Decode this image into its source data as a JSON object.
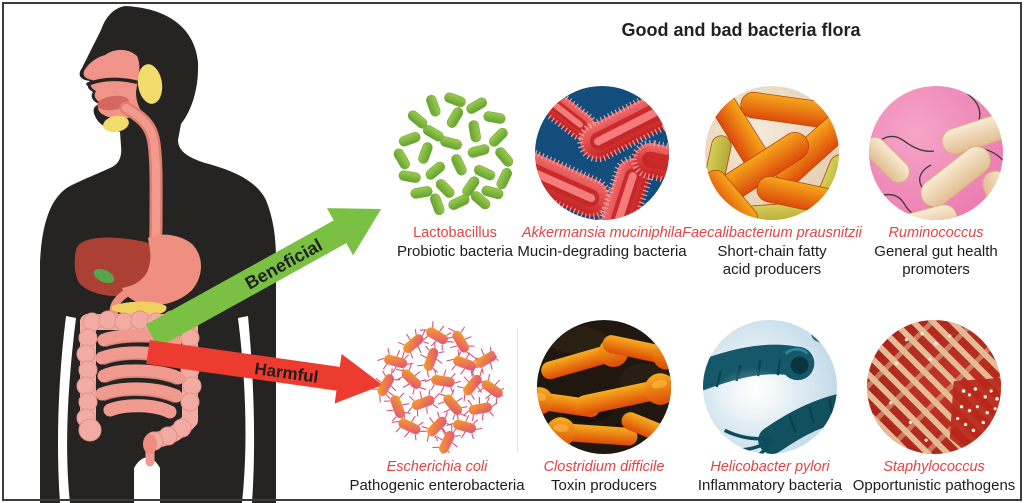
{
  "title": "Good and bad bacteria flora",
  "arrows": {
    "beneficial": "Beneficial",
    "harmful": "Harmful",
    "beneficial_color": "#7ac143",
    "harmful_color": "#ee3b30"
  },
  "colors": {
    "label_red": "#e04444",
    "title_color": "#231f20",
    "body_silhouette": "#262323"
  },
  "bacteria": {
    "lactobacillus": {
      "name": "Lactobacillus",
      "desc": "Probiotic bacteria"
    },
    "akkermansia": {
      "name": "Akkermansia muciniphila",
      "desc": "Mucin-degrading bacteria"
    },
    "faecalibacterium": {
      "name": "Faecalibacterium prausnitzii",
      "desc": "Short-chain fatty acid producers"
    },
    "ruminococcus": {
      "name": "Ruminococcus",
      "desc": "General gut health promoters"
    },
    "ecoli": {
      "name": "Escherichia coli",
      "desc": "Pathogenic enterobacteria"
    },
    "clostridium": {
      "name": "Clostridium difficile",
      "desc": "Toxin producers"
    },
    "helicobacter": {
      "name": "Helicobacter pylori",
      "desc": "Inflammatory bacteria"
    },
    "staphylococcus": {
      "name": "Staphylococcus",
      "desc": "Opportunistic pathogens"
    }
  }
}
